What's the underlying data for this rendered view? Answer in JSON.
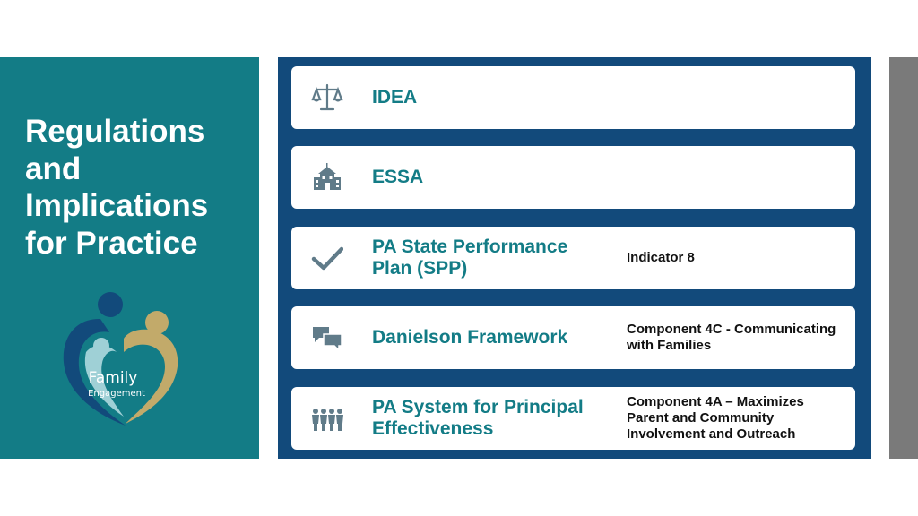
{
  "sidebar": {
    "title_lines": [
      "Regulations",
      "and",
      "Implications",
      "for Practice"
    ],
    "logo_text": [
      "Family",
      "Engagement"
    ]
  },
  "colors": {
    "teal": "#137c86",
    "navy": "#124a7b",
    "gold": "#c2aa6a",
    "gray": "#7a7a7a",
    "icon": "#607b89"
  },
  "rows": [
    {
      "icon": "scales-icon",
      "label": "IDEA",
      "detail": ""
    },
    {
      "icon": "school-building-icon",
      "label": "ESSA",
      "detail": ""
    },
    {
      "icon": "checkmark-icon",
      "label": "PA State Performance Plan (SPP)",
      "detail": "Indicator 8"
    },
    {
      "icon": "chat-bubbles-icon",
      "label": "Danielson Framework",
      "detail": "Component 4C - Communicating with Families"
    },
    {
      "icon": "people-group-icon",
      "label": "PA System for Principal Effectiveness",
      "detail": "Component 4A – Maximizes Parent and Community Involvement and Outreach"
    }
  ]
}
